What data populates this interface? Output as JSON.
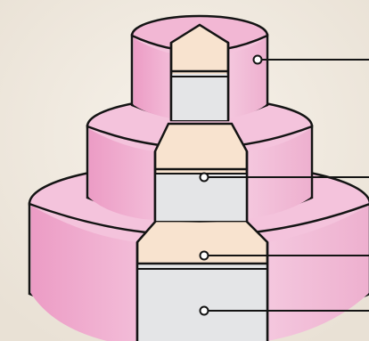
{
  "diagram": {
    "tiers": [
      {
        "name": "top-tier"
      },
      {
        "name": "middle-tier"
      },
      {
        "name": "bottom-tier"
      }
    ],
    "callouts": [
      {
        "name": "callout-top-tier"
      },
      {
        "name": "callout-middle-tier"
      },
      {
        "name": "callout-bottom-cream-layer"
      },
      {
        "name": "callout-bottom-gray-layer"
      }
    ]
  },
  "colors": {
    "background": "#f2ece3",
    "pink_light": "#f4c3dc",
    "pink_top": "#f2b7d4",
    "pink_dark": "#e887b8",
    "cream": "#f8e3cf",
    "gray": "#e4e5e7",
    "outline": "#141414"
  }
}
